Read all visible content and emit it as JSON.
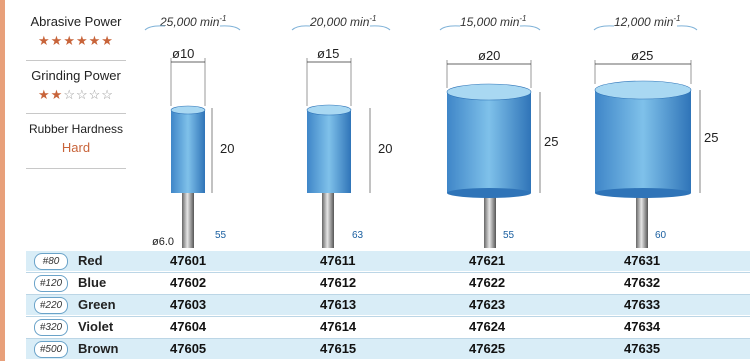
{
  "specs": {
    "abrasive_label": "Abrasive Power",
    "abrasive_stars": "★★★★★★",
    "grinding_label": "Grinding Power",
    "grinding_stars_on": "★★",
    "grinding_stars_off": "☆☆☆☆",
    "hardness_label": "Rubber Hardness",
    "hardness_value": "Hard"
  },
  "speed_unit": "min",
  "speed_exp": "-1",
  "tools": [
    {
      "speed": "25,000",
      "diameter": "ø10",
      "height": "20",
      "shank": "ø6.0",
      "length": "55"
    },
    {
      "speed": "20,000",
      "diameter": "ø15",
      "height": "20",
      "length": "63"
    },
    {
      "speed": "15,000",
      "diameter": "ø20",
      "height": "25",
      "length": "55"
    },
    {
      "speed": "12,000",
      "diameter": "ø25",
      "height": "25",
      "length": "60"
    }
  ],
  "rows": [
    {
      "grit": "#80",
      "color": "Red",
      "codes": [
        "47601",
        "47611",
        "47621",
        "47631"
      ]
    },
    {
      "grit": "#120",
      "color": "Blue",
      "codes": [
        "47602",
        "47612",
        "47622",
        "47632"
      ]
    },
    {
      "grit": "#220",
      "color": "Green",
      "codes": [
        "47603",
        "47613",
        "47623",
        "47633"
      ]
    },
    {
      "grit": "#320",
      "color": "Violet",
      "codes": [
        "47604",
        "47614",
        "47624",
        "47634"
      ]
    },
    {
      "grit": "#500",
      "color": "Brown",
      "codes": [
        "47605",
        "47615",
        "47625",
        "47635"
      ]
    }
  ]
}
